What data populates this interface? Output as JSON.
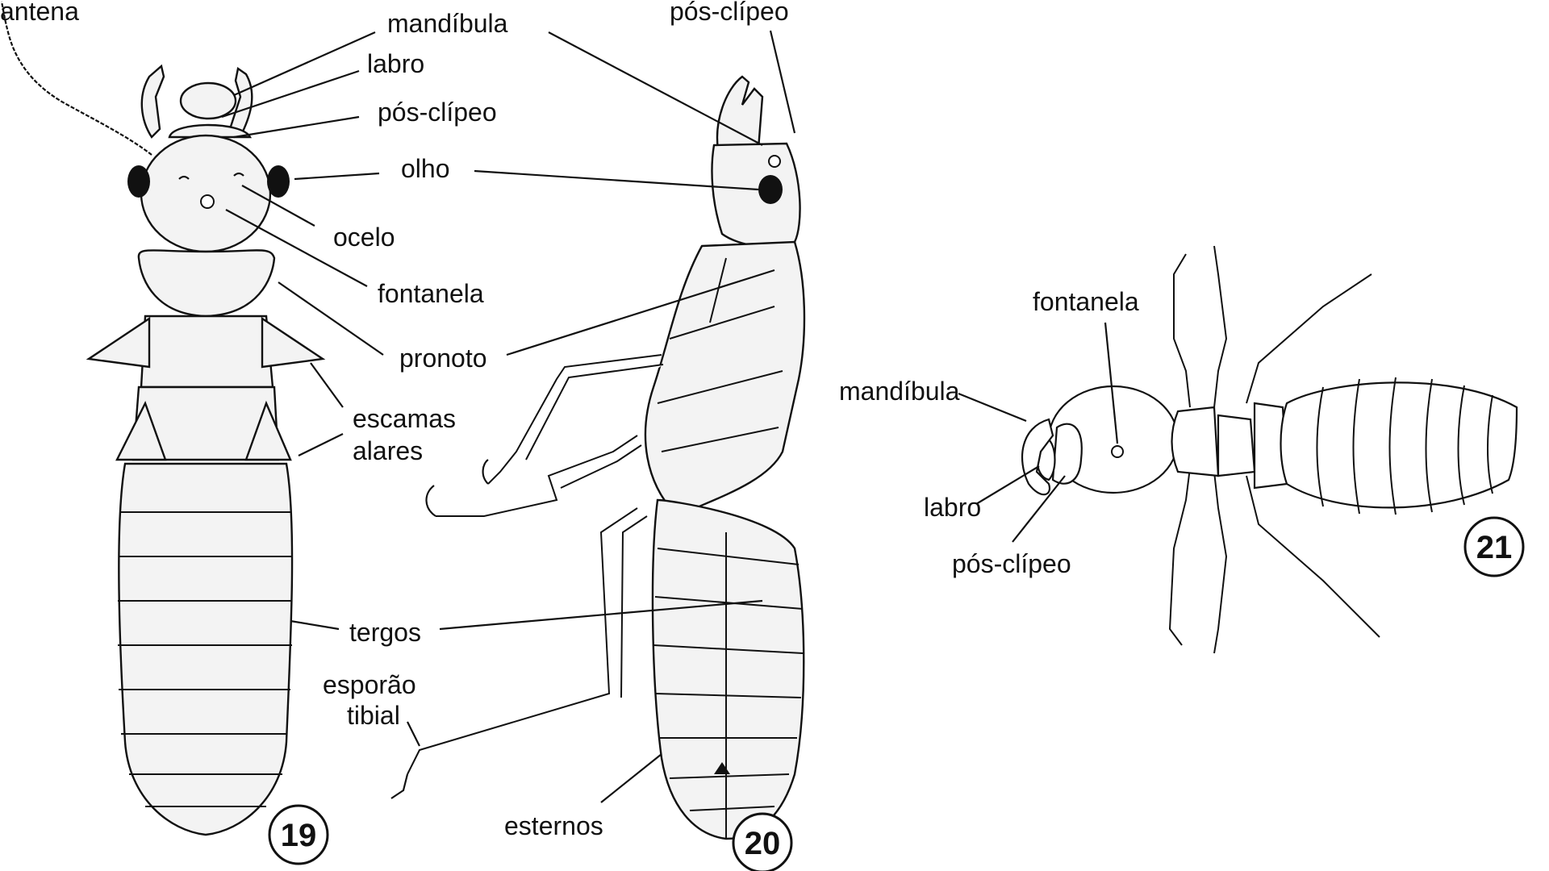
{
  "fig19": {
    "number": "19",
    "labels": {
      "antena": "antena",
      "mandibula": "mandíbula",
      "labro": "labro",
      "pos_clipeo": "pós-clípeo",
      "olho": "olho",
      "ocelo": "ocelo",
      "fontanela": "fontanela",
      "pronoto": "pronoto",
      "escamas_1": "escamas",
      "escamas_2": "alares",
      "tergos": "tergos",
      "esporao_1": "esporão",
      "esporao_2": "tibial"
    }
  },
  "fig20": {
    "number": "20",
    "labels": {
      "pos_clipeo": "pós-clípeo",
      "esternos": "esternos"
    }
  },
  "fig21": {
    "number": "21",
    "labels": {
      "fontanela": "fontanela",
      "mandibula": "mandíbula",
      "labro": "labro",
      "pos_clipeo": "pós-clípeo"
    }
  }
}
